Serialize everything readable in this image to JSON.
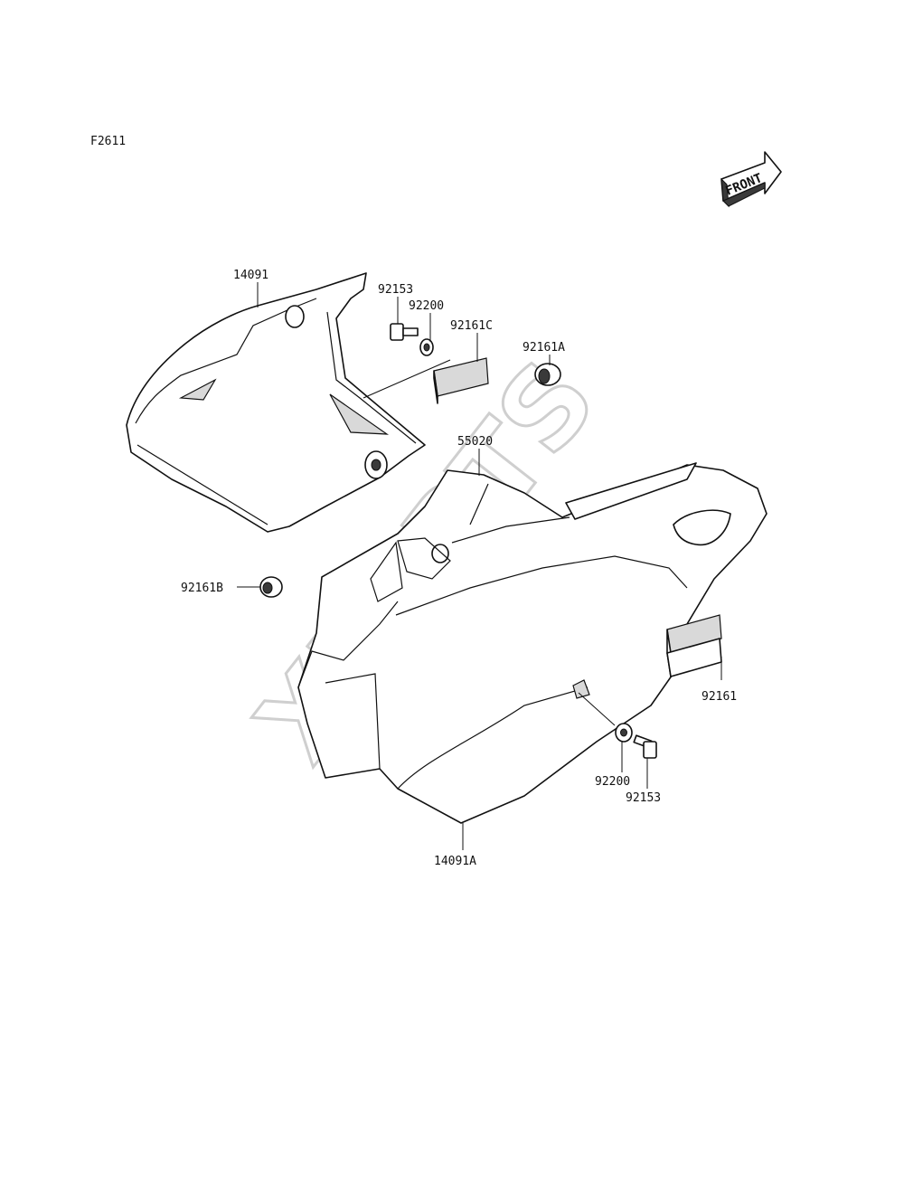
{
  "figure_code": "F2611",
  "direction_tag": "FRONT",
  "watermark": "XPARTS",
  "parts": [
    {
      "id": "p-14091",
      "label": "14091"
    },
    {
      "id": "p-92153-top",
      "label": "92153"
    },
    {
      "id": "p-92200-top",
      "label": "92200"
    },
    {
      "id": "p-92161c",
      "label": "92161C"
    },
    {
      "id": "p-92161a",
      "label": "92161A"
    },
    {
      "id": "p-55020",
      "label": "55020"
    },
    {
      "id": "p-92161b",
      "label": "92161B"
    },
    {
      "id": "p-92161",
      "label": "92161"
    },
    {
      "id": "p-92200-bot",
      "label": "92200"
    },
    {
      "id": "p-92153-bot",
      "label": "92153"
    },
    {
      "id": "p-14091a",
      "label": "14091A"
    }
  ]
}
